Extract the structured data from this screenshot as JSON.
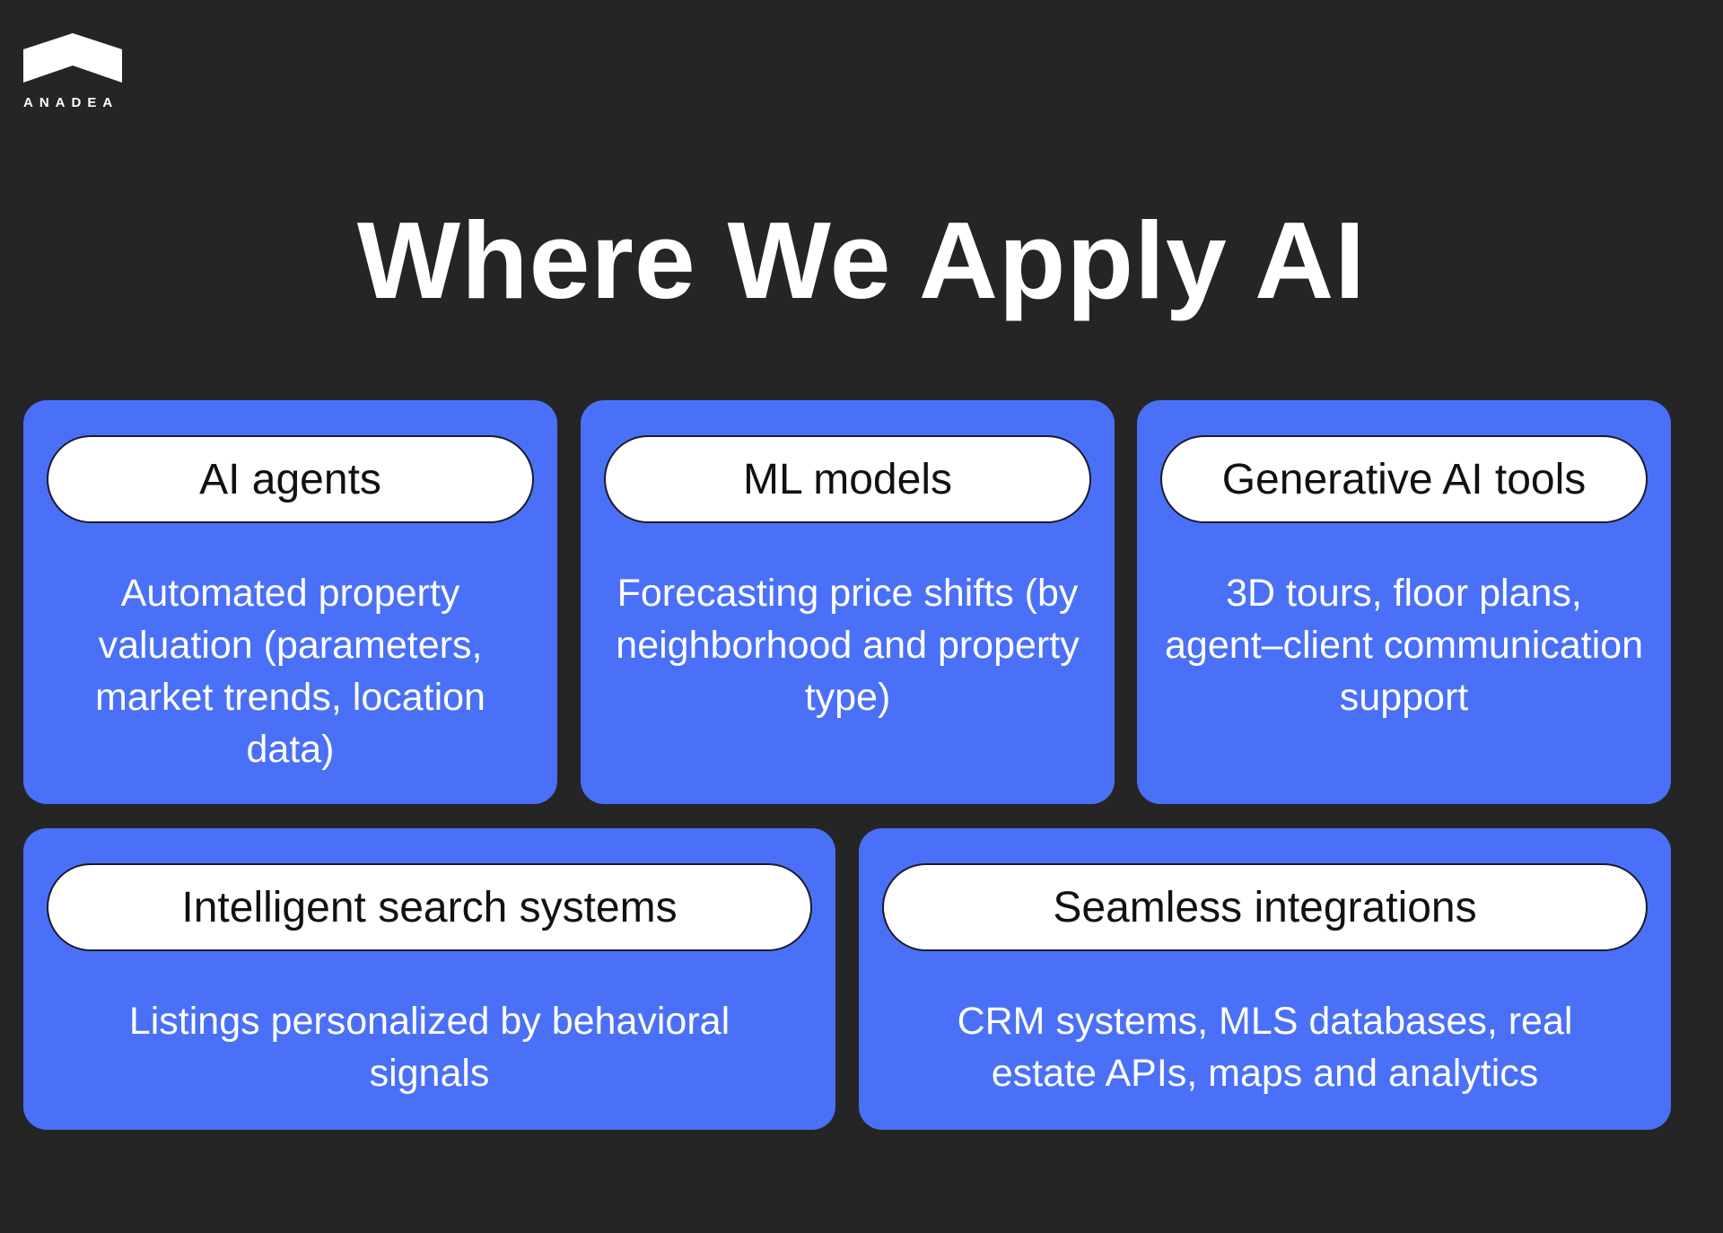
{
  "logo": {
    "text": "ANADEA"
  },
  "title": "Where We Apply AI",
  "colors": {
    "background": "#252525",
    "card": "#4a70f8",
    "pill": "#ffffff"
  },
  "cards": [
    {
      "heading": "AI agents",
      "text": "Automated property valuation (parameters, market trends, location data)"
    },
    {
      "heading": "ML models",
      "text": "Forecasting price shifts (by neighborhood and property type)"
    },
    {
      "heading": "Generative AI tools",
      "text": "3D tours, floor plans, agent–client communication support"
    },
    {
      "heading": "Intelligent search systems",
      "text": "Listings personalized by behavioral signals"
    },
    {
      "heading": "Seamless integrations",
      "text": "CRM systems, MLS databases, real estate APIs, maps and analytics"
    }
  ]
}
